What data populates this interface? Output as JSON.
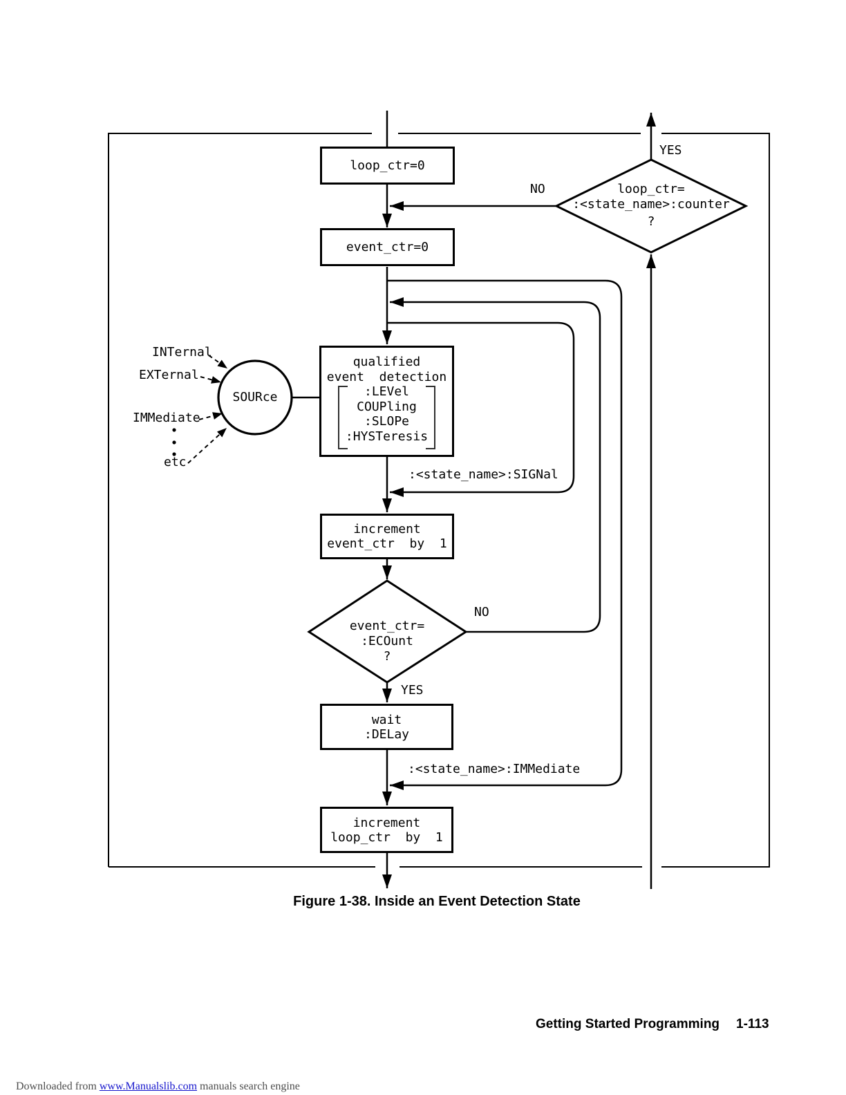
{
  "flowchart": {
    "boxes": {
      "loop_ctr_init": "loop_ctr=0",
      "event_ctr_init": "event_ctr=0",
      "qualified": {
        "title1": "qualified",
        "title2": "event  detection",
        "params": [
          ":LEVel",
          "COUPling",
          ":SLOPe",
          ":HYSTeresis"
        ]
      },
      "increment_event": {
        "line1": "increment",
        "line2": "event_ctr  by  1"
      },
      "wait_delay": {
        "line1": "wait",
        "line2": ":DELay"
      },
      "increment_loop": {
        "line1": "increment",
        "line2": "loop_ctr  by  1"
      }
    },
    "decisions": {
      "loop_counter": {
        "line1": "loop_ctr=",
        "line2": ":<state_name>:counter",
        "line3": "?",
        "yes_label": "YES",
        "no_label": "NO"
      },
      "event_count": {
        "line1": "event_ctr=",
        "line2": ":ECOunt",
        "line3": "?",
        "yes_label": "YES",
        "no_label": "NO"
      }
    },
    "source": {
      "circle_label": "SOURce",
      "inputs": [
        "INTernal",
        "EXTernal",
        "IMMediate",
        "etc"
      ]
    },
    "edge_labels": {
      "signal": ":<state_name>:SIGNal",
      "immediate": ":<state_name>:IMMediate"
    }
  },
  "caption": "Figure 1-38. Inside an Event Detection State",
  "footer": {
    "section": "Getting Started Programming",
    "page": "1-113"
  },
  "watermark": {
    "prefix": "Downloaded from ",
    "link": "www.Manualslib.com",
    "suffix": " manuals search engine"
  }
}
